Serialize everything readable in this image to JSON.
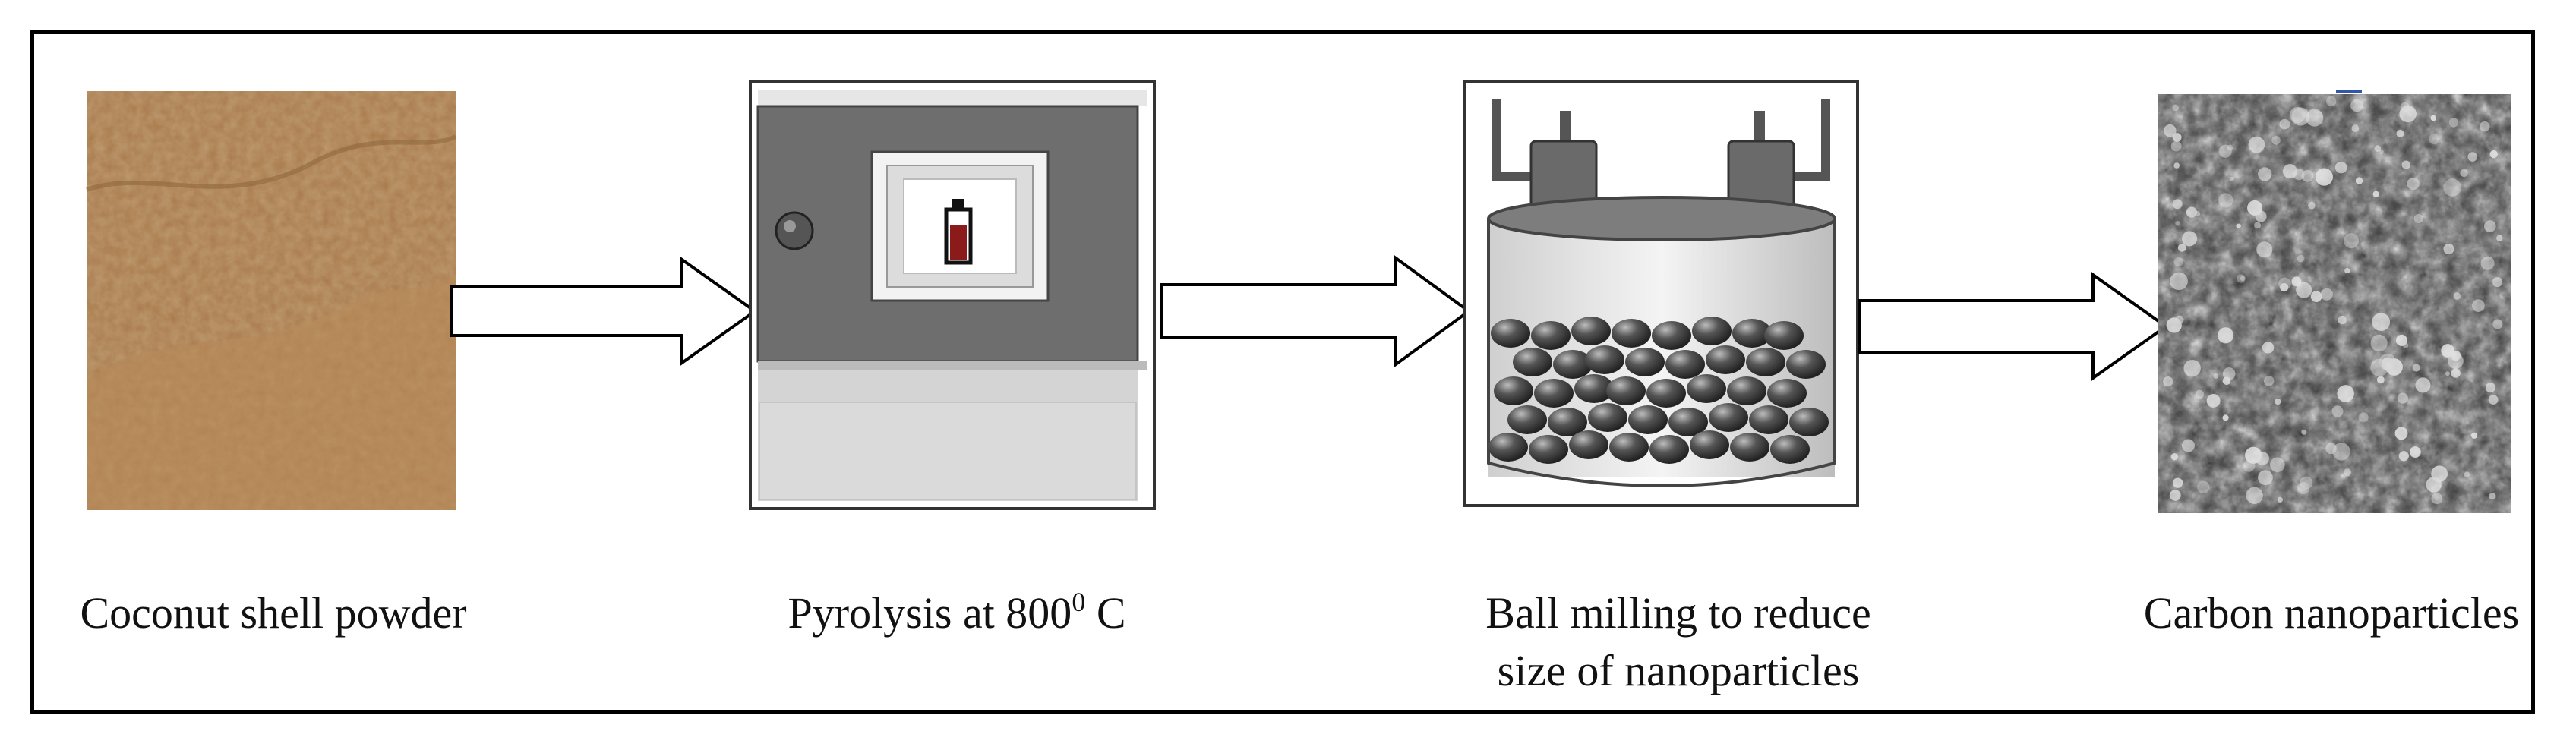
{
  "steps": [
    {
      "id": "coconut",
      "caption_lines": [
        "Coconut shell powder"
      ]
    },
    {
      "id": "pyrolysis",
      "caption_prefix": "Pyrolysis at 800",
      "caption_sup": "0",
      "caption_suffix": " C"
    },
    {
      "id": "ballmill",
      "caption_lines": [
        "Ball milling to reduce",
        "size of nanoparticles"
      ]
    },
    {
      "id": "carbon",
      "caption_lines": [
        "Carbon nanoparticles"
      ]
    }
  ],
  "colors": {
    "powder": "#a8794b",
    "furnace_body": "#6e6e6e",
    "furnace_base": "#d4d4d4",
    "ball": "#4a4a4a",
    "sem": "#3a3a3a",
    "arrow_fill": "#ffffff",
    "stroke": "#000000"
  },
  "icons": [
    "powder-photo",
    "furnace-icon",
    "ball-mill-icon",
    "sem-image"
  ]
}
